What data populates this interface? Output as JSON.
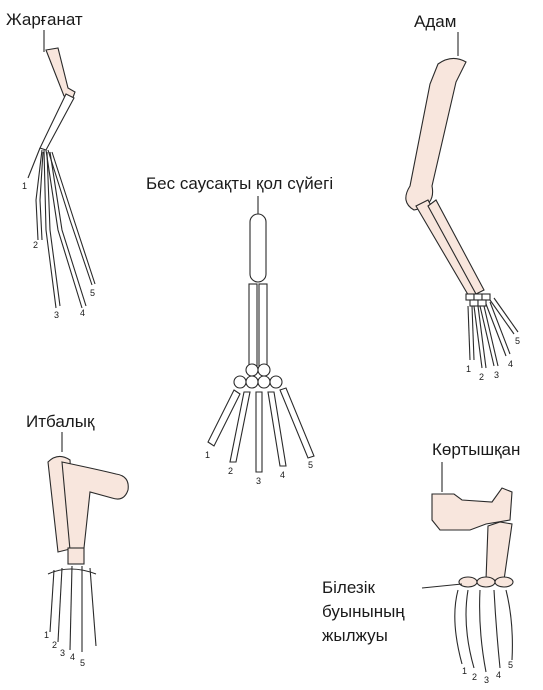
{
  "labels": {
    "bat": "Жарғанат",
    "human": "Адам",
    "generic": "Бес саусақты қол сүйегі",
    "whale": "Итбалық",
    "mole": "Көртышқан",
    "wrist_line1": "Білезік",
    "wrist_line2": "буынының",
    "wrist_line3": "жылжуы"
  },
  "digit_numbers": [
    "1",
    "2",
    "3",
    "4",
    "5"
  ],
  "colors": {
    "bone_fill": "#f8e6dd",
    "outline": "#2a2a2a"
  }
}
